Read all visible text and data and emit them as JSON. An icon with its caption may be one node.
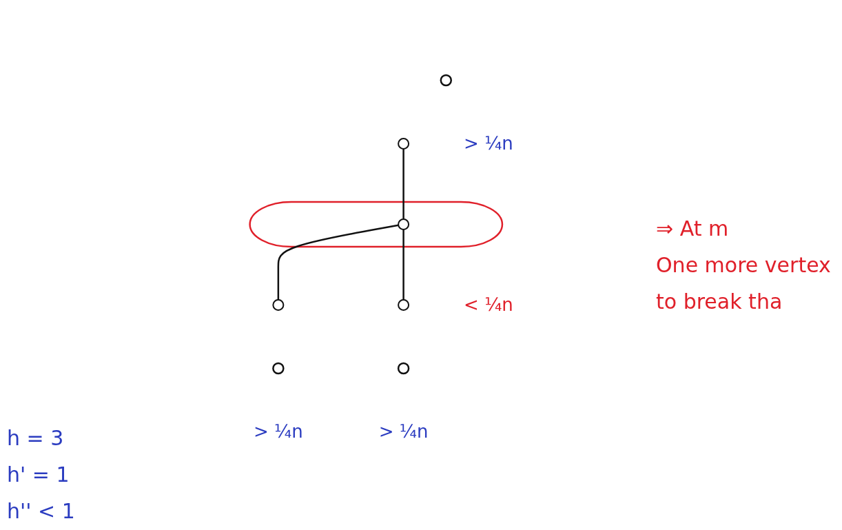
{
  "diagram": {
    "nodes": [
      {
        "text": [],
        "shape": "cloud",
        "beside": [
          "< ¼n"
        ]
      },
      {
        "text": [],
        "shape": "circle",
        "in": 0
      },
      {
        "text": [],
        "shape": "circle",
        "beside": [
          "> ¼n"
        ]
      },
      {
        "text": [],
        "shape": "circle"
      },
      {
        "text": [],
        "shape": "circle",
        "beside": [
          "> ¼n"
        ]
      },
      {
        "text": [],
        "shape": "circle"
      },
      {
        "text": [],
        "shape": "circle",
        "beside": [
          "> ¼n"
        ]
      },
      {
        "text": [],
        "shape": "circle"
      }
    ],
    "edges": [
      {
        "from": 3,
        "to": 1,
        "arrow": "none"
      },
      {
        "from": 1,
        "to": 5,
        "arrow": "none"
      },
      {
        "from": 1,
        "to": 7,
        "arrow": "none"
      }
    ],
    "labels": [
      "⇒ At m",
      "One more vertex",
      "to break tha",
      "h = 3",
      "h' = 1",
      "h'' < 1"
    ]
  }
}
